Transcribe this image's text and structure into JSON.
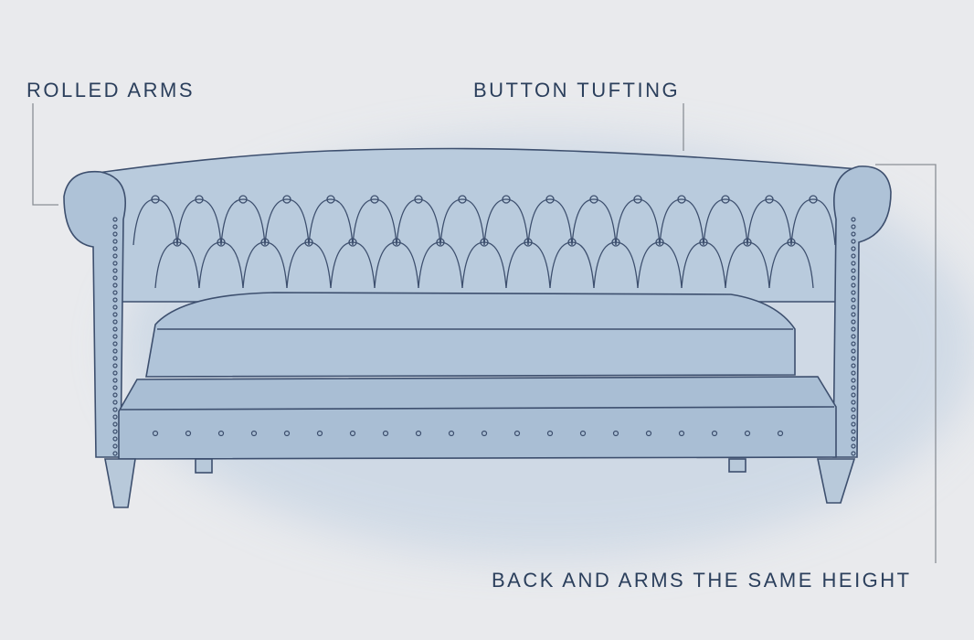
{
  "labels": {
    "rolled_arms": "ROLLED ARMS",
    "button_tufting": "BUTTON TUFTING",
    "back_and_arms": "BACK AND ARMS THE SAME HEIGHT"
  },
  "colors": {
    "paper": "#e9eaed",
    "wash": "#b3c6da",
    "pencil": "#3d4f6e",
    "label_text": "#2b3f5c",
    "leader_line": "#8a8f96"
  }
}
